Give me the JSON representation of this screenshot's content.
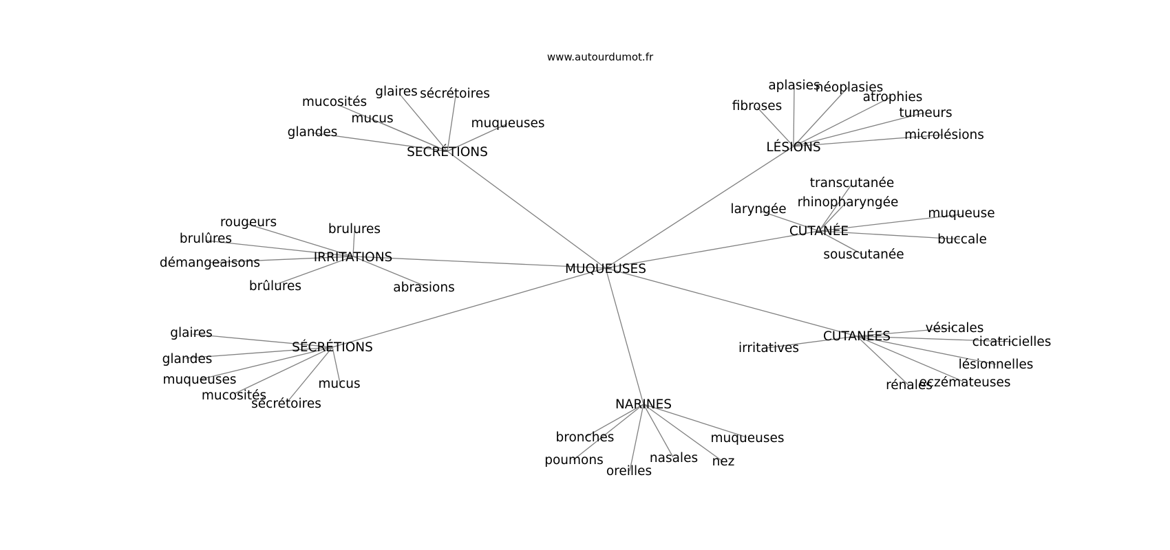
{
  "site": "www.autourdumot.fr",
  "colors": {
    "edge": "#808080",
    "text": "#000000",
    "background": "#ffffff"
  },
  "center": "MUQUEUSES",
  "groups": [
    {
      "label": "SECRÉTIONS",
      "children": [
        "mucosités",
        "glaires",
        "sécrétoires",
        "mucus",
        "muqueuses",
        "glandes"
      ]
    },
    {
      "label": "LÉSIONS",
      "children": [
        "aplasies",
        "néoplasies",
        "fibroses",
        "atrophies",
        "tumeurs",
        "microlésions"
      ]
    },
    {
      "label": "CUTANÉE",
      "children": [
        "transcutanée",
        "rhinopharyngée",
        "laryngée",
        "muqueuse",
        "buccale",
        "souscutanée"
      ]
    },
    {
      "label": "IRRITATIONS",
      "children": [
        "rougeurs",
        "brulures",
        "brulûres",
        "démangeaisons",
        "brûlures",
        "abrasions"
      ]
    },
    {
      "label": "SÉCRÉTIONS",
      "children": [
        "glaires",
        "glandes",
        "muqueuses",
        "mucosités",
        "sécrétoires",
        "mucus"
      ]
    },
    {
      "label": "CUTANÉES",
      "children": [
        "vésicales",
        "cicatricielles",
        "irritatives",
        "lésionnelles",
        "rénales",
        "eczémateuses"
      ]
    },
    {
      "label": "NARINES",
      "children": [
        "bronches",
        "muqueuses",
        "poumons",
        "nasales",
        "nez",
        "oreilles"
      ]
    }
  ]
}
